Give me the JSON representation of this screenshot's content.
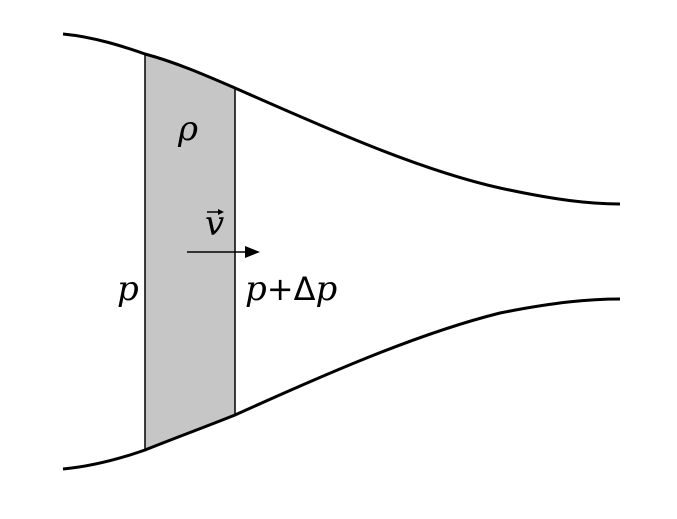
{
  "labels": {
    "density": "ρ",
    "velocity": "v",
    "pressure_left": "p",
    "pressure_right_p": "p",
    "pressure_right_plus_delta": "+Δ",
    "pressure_right_p2": "p"
  },
  "colors": {
    "fluid_element_fill": "#c6c6c6",
    "stroke": "#000000",
    "background": "#ffffff"
  }
}
